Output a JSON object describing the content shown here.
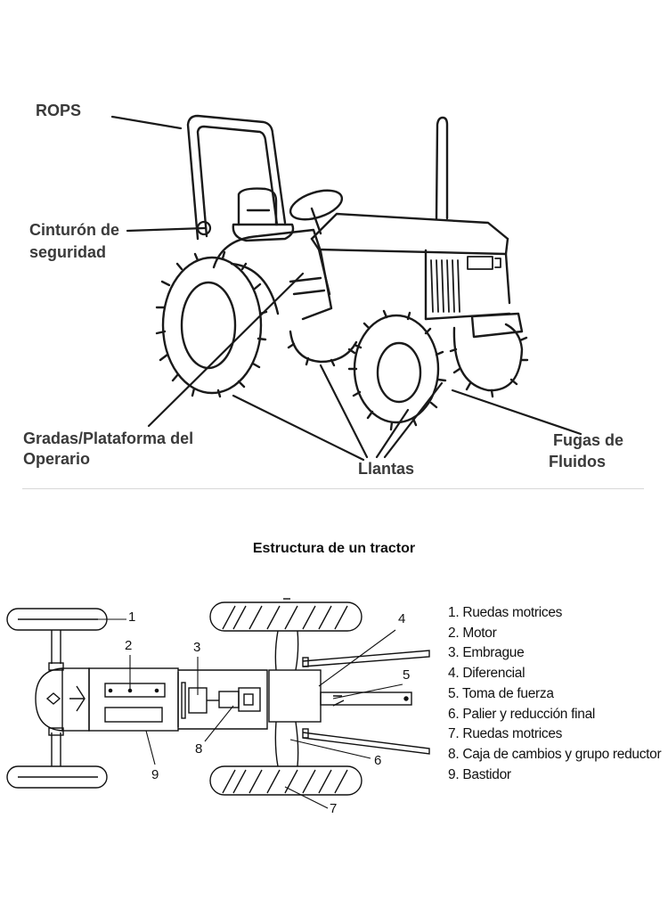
{
  "top_diagram": {
    "labels": {
      "rops": "ROPS",
      "cinturon_1": "Cinturón de",
      "cinturon_2": "seguridad",
      "gradas_1": "Gradas/Plataforma del",
      "gradas_2": "Operario",
      "llantas": "Llantas",
      "fugas_1": "Fugas de",
      "fugas_2": "Fluidos"
    }
  },
  "bottom_diagram": {
    "title": "Estructura de un tractor",
    "callouts": [
      "1",
      "2",
      "3",
      "4",
      "5",
      "6",
      "7",
      "8",
      "9"
    ],
    "legend": [
      "1. Ruedas motrices",
      "2. Motor",
      "3. Embrague",
      "4. Diferencial",
      "5. Toma de fuerza",
      "6. Palier y reducción final",
      "7. Ruedas motrices",
      "8. Caja de cambios y grupo reductor",
      "9. Bastidor"
    ]
  }
}
